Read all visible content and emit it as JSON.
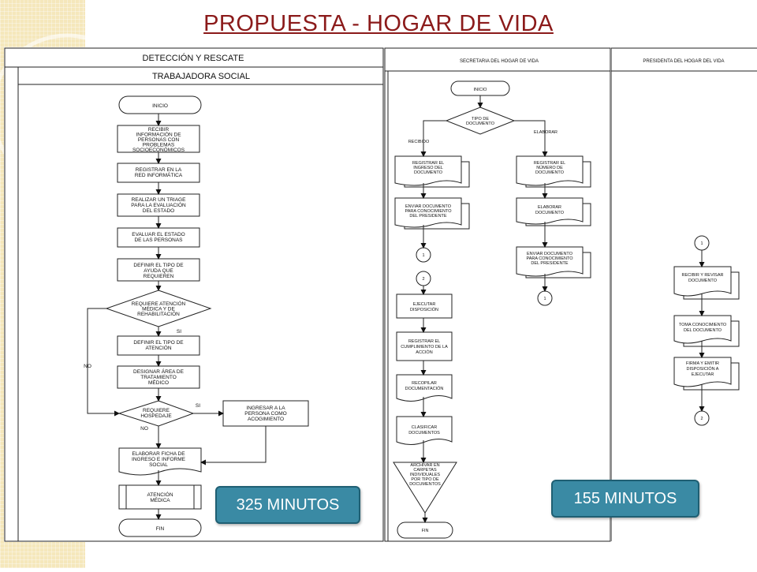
{
  "title": "PROPUESTA -  HOGAR DE VIDA",
  "left": {
    "header": "DETECCIÓN Y RESCATE",
    "subheader": "TRABAJADORA SOCIAL",
    "inicio": "INICIO",
    "recibir": [
      "RECIBIR",
      "INFORMACIÓN DE",
      "PERSONAS CON",
      "PROBLEMAS",
      "SOCIOECONÓMICOS"
    ],
    "registrar": [
      "REGISTRAR EN LA",
      "RED INFORMÁTICA"
    ],
    "triage": [
      "REALIZAR UN TRIAGE",
      "PARA LA EVALUACIÓN",
      "DEL ESTADO"
    ],
    "evaluar": [
      "EVALUAR EL ESTADO",
      "DE LAS PERSONAS"
    ],
    "definir_ayuda": [
      "DEFINIR EL TIPO DE",
      "AYUDA QUE",
      "REQUIEREN"
    ],
    "requiere_atencion": [
      "REQUIERE ATENCIÓN",
      "MÉDICA Y DE",
      "REHABILITACIÓN"
    ],
    "si": "SI",
    "no": "NO",
    "definir_atencion": [
      "DEFINIR EL TIPO DE",
      "ATENCIÓN"
    ],
    "designar": [
      "DESIGNAR ÁREA DE",
      "TRATAMIENTO",
      "MÉDICO"
    ],
    "requiere_hospedaje": [
      "REQUIERE",
      "HOSPEDAJE"
    ],
    "ingresar": [
      "INGRESAR A LA",
      "PERSONA COMO",
      "ACOGIMIENTO"
    ],
    "ficha": [
      "ELABORAR FICHA DE",
      "INGRESO E INFORME",
      "SOCIAL"
    ],
    "atencion": [
      "ATENCIÓN",
      "MÉDICA"
    ],
    "fin": "FIN"
  },
  "middle": {
    "header": "SECRETARIA DEL HOGAR DE VIDA",
    "inicio": "INICIO",
    "tipo": [
      "TIPO DE",
      "DOCUMENTO"
    ],
    "recibido": "RECIBIDO",
    "elaborar_label": "ELABORAR",
    "registrar_ingreso": [
      "REGISTRAR EL",
      "INGRESO DEL",
      "DOCUMENTO"
    ],
    "enviar_a": [
      "ENVIAR DOCUMENTO",
      "PARA CONOCIMIENTO",
      "DEL PRESIDENTE"
    ],
    "registrar_numero": [
      "REGISTRAR EL",
      "NÚMERO DE",
      "DOCUMENTO"
    ],
    "elaborar_doc": [
      "ELABORAR",
      "DOCUMENTO"
    ],
    "enviar_b": [
      "ENVIAR DOCUMENTO",
      "PARA CONOCIMIENTO",
      "DEL PRESIDENTE"
    ],
    "conn1": "1",
    "conn2": "2",
    "ejecutar": [
      "EJECUTAR",
      "DISPOSICIÓN"
    ],
    "registrar_cumpl": [
      "REGISTRAR EL",
      "CUMPLIMIENTO DE LA",
      "ACCIÓN"
    ],
    "recopilar": [
      "RECOPILAR",
      "DOCUMENTACIÓN"
    ],
    "clasificar": [
      "CLASIFICAR",
      "DOCUMENTOS"
    ],
    "archivar": [
      "ARCHIVAR EN",
      "CARPETAS",
      "INDIVIDUALES",
      "POR TIPO DE",
      "DOCUMENTOS"
    ],
    "fin": "FIN"
  },
  "right": {
    "header": "PRESIDENTA DEL HOGAR DEL VIDA",
    "conn1": "1",
    "recibir": [
      "RECIBIR Y REVISAR",
      "DOCUMENTO"
    ],
    "toma": [
      "TOMA CONOCIMIENTO",
      "DEL DOCUMENTO"
    ],
    "firma": [
      "FIRMA Y EMITIR",
      "DISPOSICIÓN A",
      "EJECUTAR"
    ],
    "conn2": "2"
  },
  "badge_left": "325  MINUTOS",
  "badge_right": "155  MINUTOS",
  "colors": {
    "title": "#8b1a1a",
    "badge": "#3a8aa4",
    "strip": "#f5e7bb"
  }
}
